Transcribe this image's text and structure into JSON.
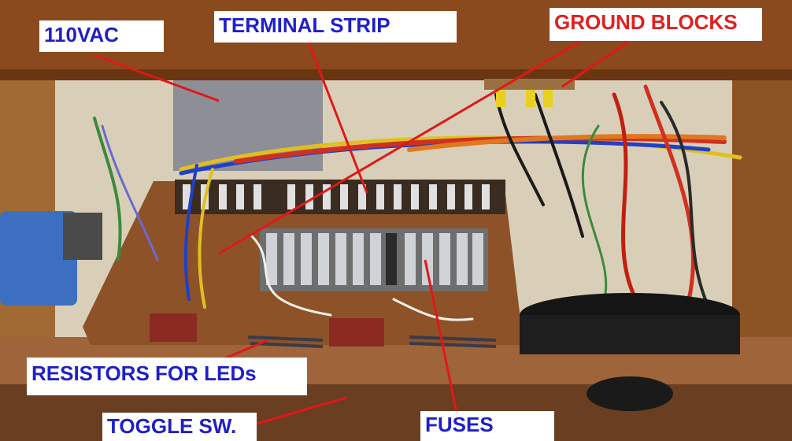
{
  "labels": {
    "ac": "110VAC",
    "terminal_strip": "TERMINAL STRIP",
    "ground_blocks": "GROUND BLOCKS",
    "resistors": "RESISTORS FOR LEDs",
    "toggle": "TOGGLE SW.",
    "fuses": "FUSES"
  },
  "colors": {
    "label_blue": "#1f1fc8",
    "label_red": "#e02020",
    "pointer_red": "#e01818"
  }
}
